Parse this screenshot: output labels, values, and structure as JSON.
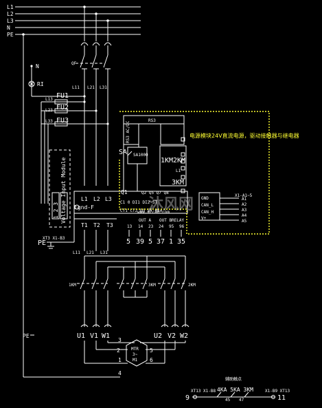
{
  "bus": {
    "lines": [
      "L1",
      "L2",
      "L3",
      "N",
      "PE"
    ]
  },
  "indicator": {
    "neutral_label": "N",
    "lamp_label": "RI"
  },
  "breaker": {
    "label": "QF",
    "outputs": [
      "L11",
      "L21",
      "L31"
    ]
  },
  "fuses": {
    "labels": [
      "FU1",
      "FU2",
      "FU3"
    ],
    "wires": [
      "L13",
      "L23",
      "L33"
    ]
  },
  "module": {
    "title": "Voltage Input Module",
    "pins": "1 2 3",
    "inputs": [
      "L1",
      "L2",
      "L3"
    ],
    "outputs": [
      "T1",
      "T2",
      "T3"
    ],
    "egnd": "Egnd-F",
    "pe_label": "PE",
    "xt_label": "XT3 X1-B3"
  },
  "controller": {
    "header": "RS3",
    "left_text": "RS3 AC/DC",
    "sa_label": "SA",
    "sa_sub": "SA1000",
    "coils": [
      "1KM",
      "2KM",
      "3KM"
    ],
    "l1": "L1",
    "q_label": "Q1",
    "terms_top": "Q2  Q5  Q7  Q8",
    "terms_mid": "C1 0  DI1 DI2  ST",
    "terms_bot": "CT1 CT2 DO ST RLA",
    "out_a": "OUT A",
    "out_b": "OUT B",
    "relay": "RELAY",
    "pins_row": [
      "13",
      "14",
      "23",
      "24",
      "95",
      "96"
    ],
    "codes_row": [
      "5",
      "39",
      "5",
      "37",
      "1",
      "35"
    ]
  },
  "note": {
    "text": "电源模块24V直流电源，驱动接触器与继电器",
    "xt_label": "X1-A1~5"
  },
  "comm": {
    "labels": [
      "GND",
      "CAN_L",
      "CAN_H",
      "V+"
    ],
    "xt_labels": [
      "A1",
      "A2",
      "A3",
      "A4",
      "A5"
    ]
  },
  "motor": {
    "wire_labels": [
      "L11",
      "L21",
      "L31"
    ],
    "contactors": [
      "1KM",
      "3KM",
      "2KM"
    ],
    "terminals": [
      "U1",
      "V1",
      "W1",
      "U2",
      "V2",
      "W2"
    ],
    "motor_label": "MTR",
    "motor_sub": "3~",
    "motor_sub2": "M1",
    "ring_pins": [
      "1",
      "2",
      "3",
      "4",
      "5",
      "6"
    ],
    "pe_label": "PE"
  },
  "aux": {
    "caption": "辅助触点",
    "relays": "4KA 5KA 3KM",
    "left_xt": "XT13 X1-B8",
    "right_xt": "X1-B9 XT13",
    "left_num": "9",
    "right_num": "11",
    "mid_nums": [
      "45",
      "47"
    ]
  },
  "watermark": {
    "text": "沐风网",
    "url": "www.mfcad.com"
  }
}
